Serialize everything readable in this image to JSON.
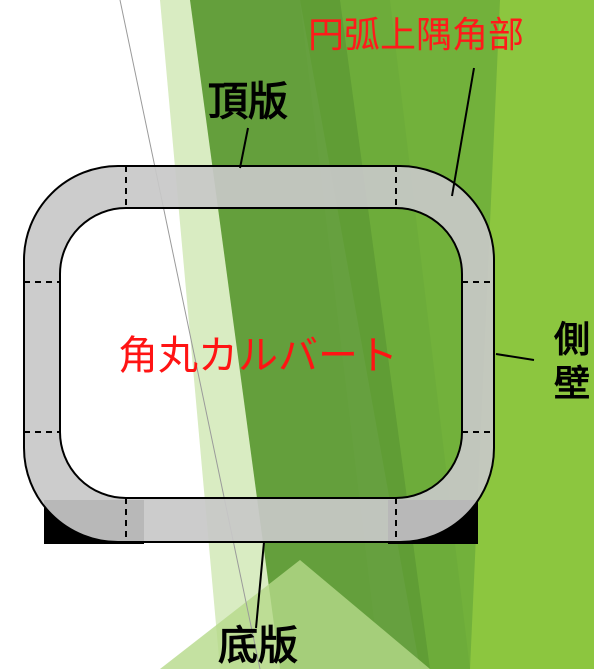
{
  "labels": {
    "top_slab": "頂版",
    "haunch": "円弧上隅角部",
    "side_wall": "側壁",
    "culvert_name": "角丸カルバート",
    "bottom_slab": "底版"
  },
  "colors": {
    "background": "#ffffff",
    "green_dark": "#4f8a2e",
    "green_mid": "#6aa83a",
    "green_light": "#8cc63f",
    "green_pale": "#c9e3a8",
    "concrete": "#c8c8c8",
    "outline": "#000000",
    "haunch_text": "#ff1a1a",
    "culvert_text": "#ff1414"
  }
}
